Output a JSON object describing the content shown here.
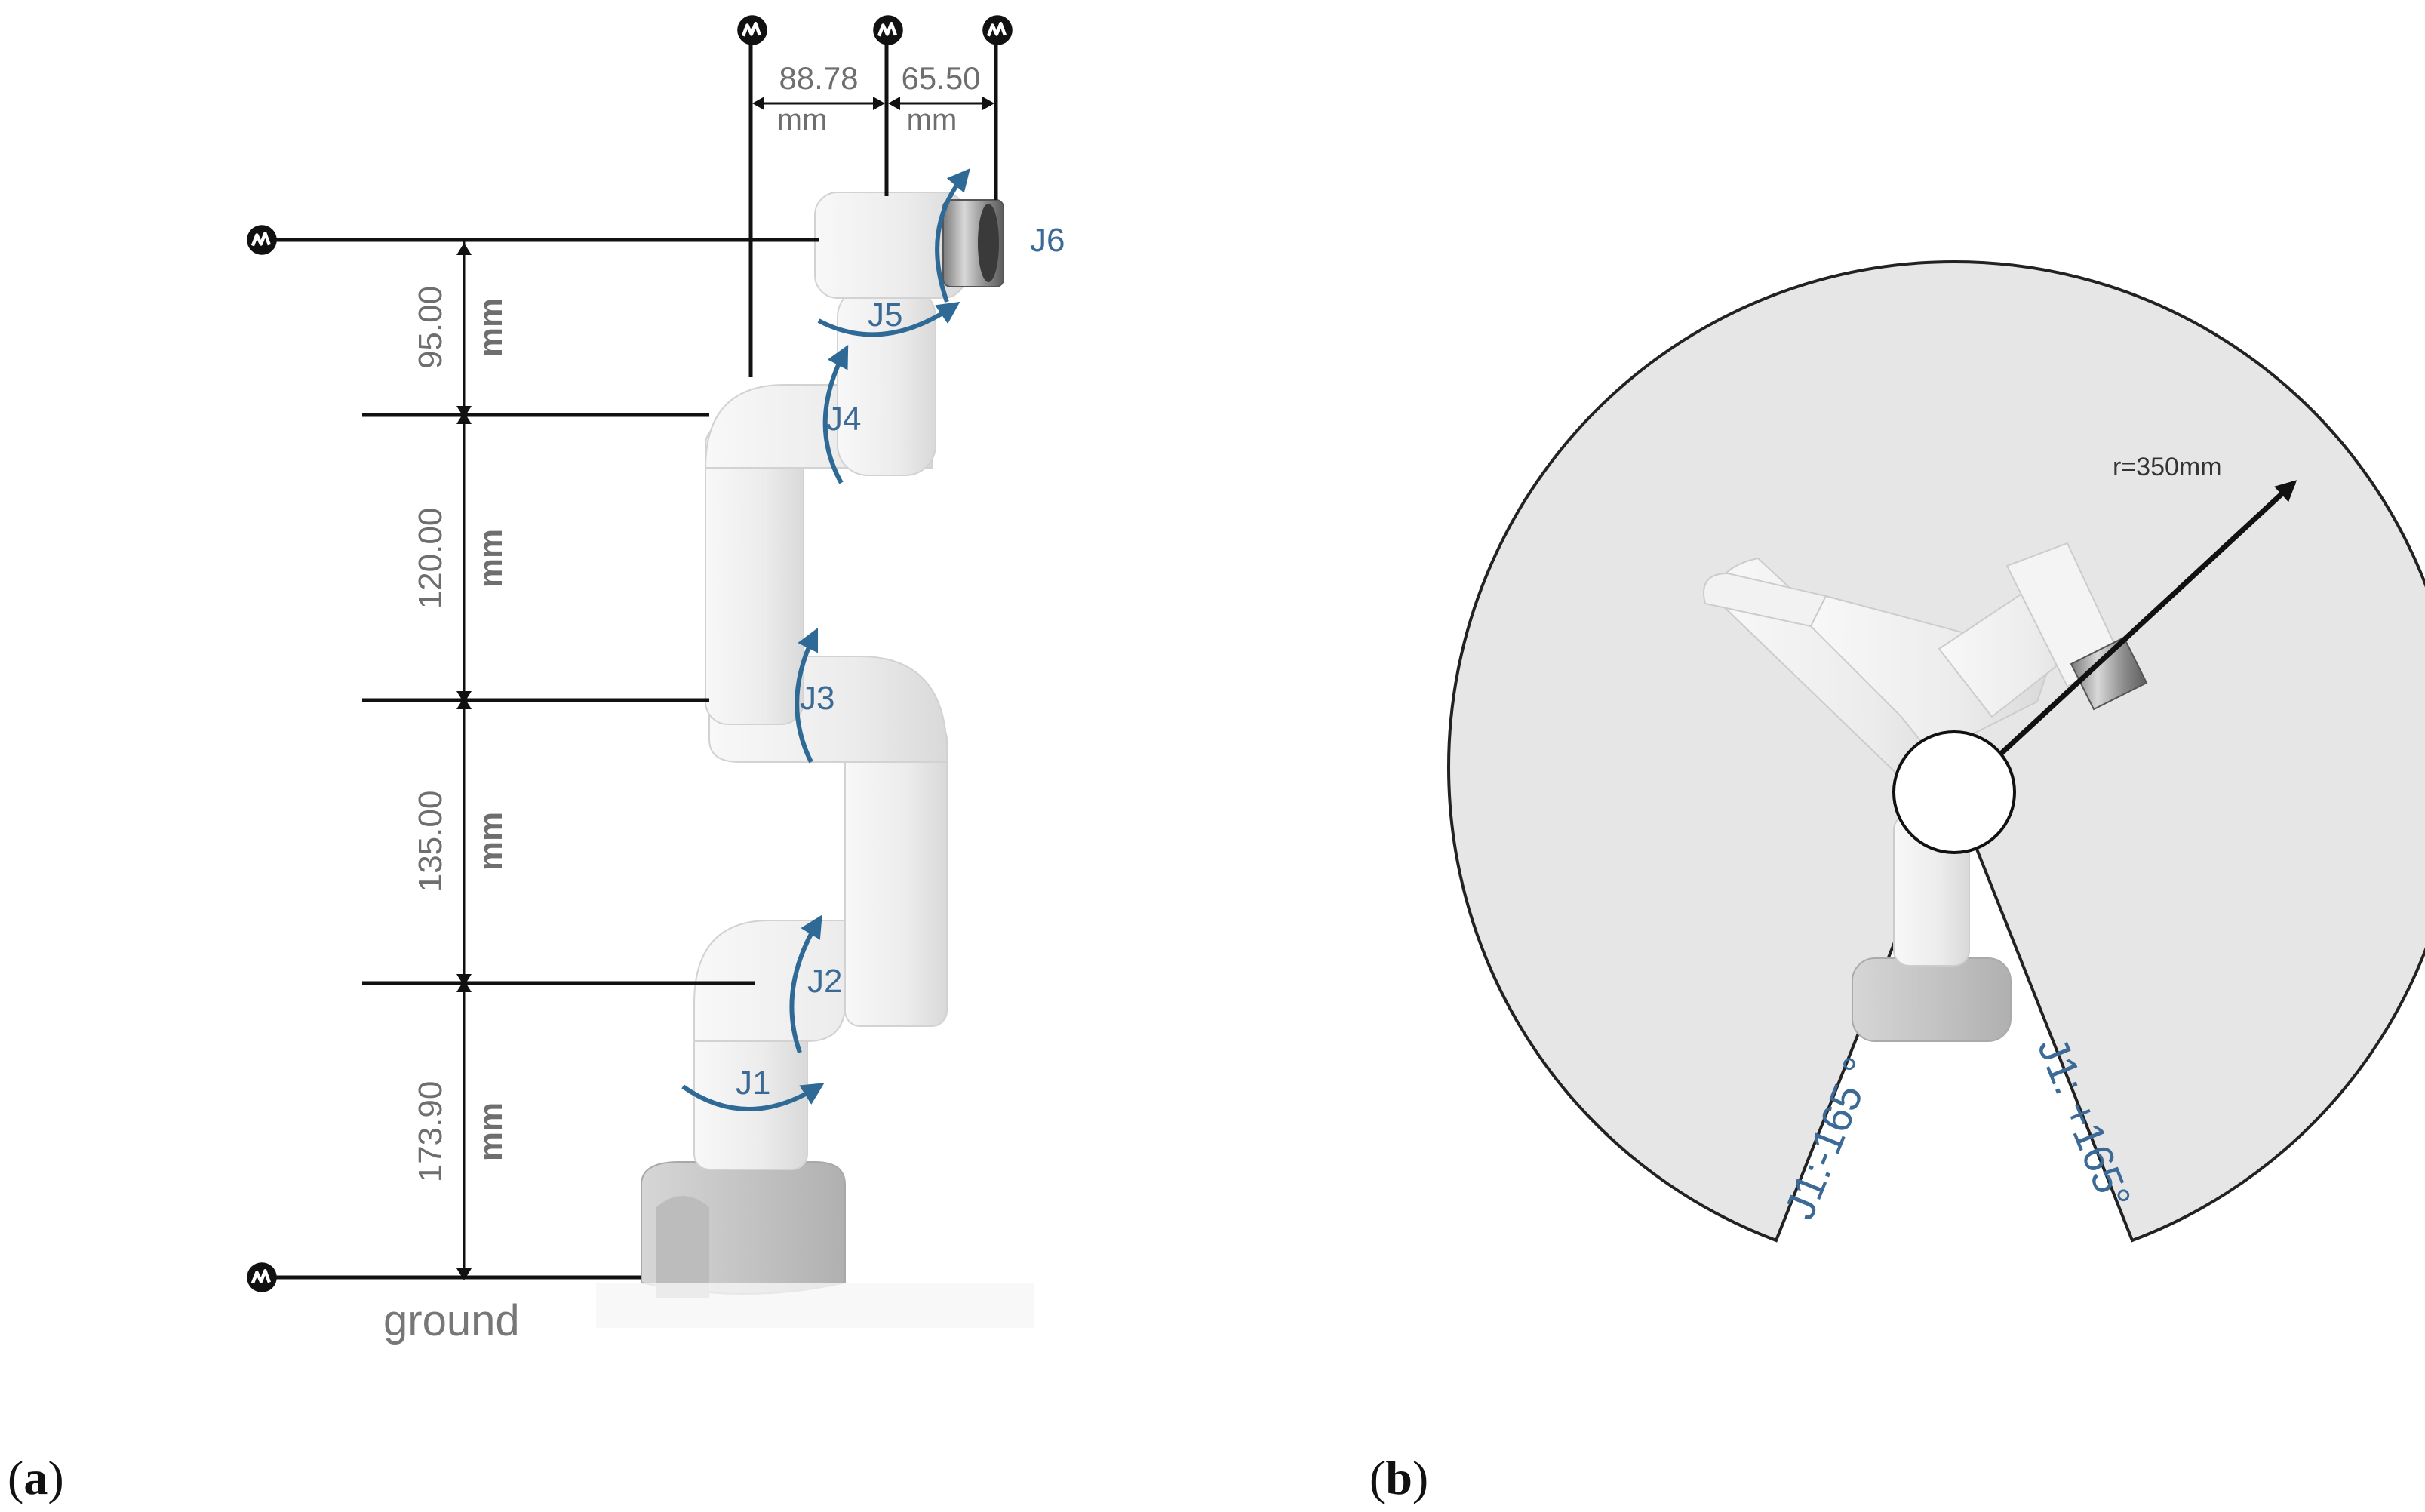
{
  "panel_a": {
    "label_open": "(",
    "label_letter": "a",
    "label_close": ")",
    "top_dims": [
      {
        "value": "88.78",
        "unit": "mm"
      },
      {
        "value": "65.50",
        "unit": "mm"
      }
    ],
    "vertical_dims": [
      {
        "value": "95.00",
        "unit": "mm"
      },
      {
        "value": "120.00",
        "unit": "mm"
      },
      {
        "value": "135.00",
        "unit": "mm"
      },
      {
        "value": "173.90",
        "unit": "mm"
      }
    ],
    "joints": [
      "J1",
      "J2",
      "J3",
      "J4",
      "J5",
      "J6"
    ],
    "ground_label": "ground",
    "colors": {
      "arrow": "#2f6a96",
      "robot_body": "#f1f1f1",
      "base": "#c8c8c8",
      "line": "#111111"
    }
  },
  "panel_b": {
    "label_open": "(",
    "label_letter": "b",
    "label_close": ")",
    "radius_label": "r=350mm",
    "limit_left": "J1:-165 °",
    "limit_right": "J1: +165°",
    "colors": {
      "workspace_fill": "#e6e6e6",
      "outline": "#222222",
      "limit_text": "#3c6a96"
    }
  }
}
